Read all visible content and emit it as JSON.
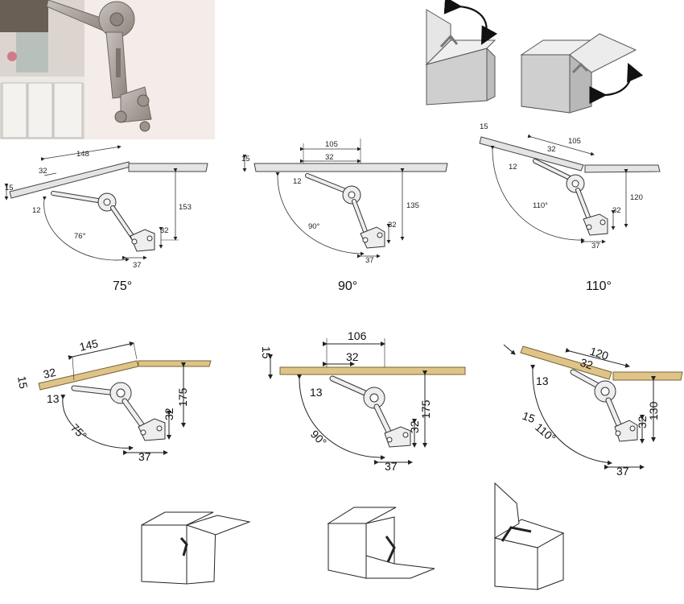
{
  "photo": {
    "subject": "metal lid-stay hinge mounted on a white cabinet door"
  },
  "captions": [
    "75°",
    "90°",
    "110°"
  ],
  "row1": [
    {
      "angle": "76°",
      "len": "148",
      "off": "32",
      "thick": "15",
      "pin": "12",
      "h": "153",
      "bh": "32",
      "bw": "37"
    },
    {
      "angle": "90°",
      "len": "105",
      "off": "32",
      "thick": "15",
      "pin": "12",
      "h": "135",
      "bh": "32",
      "bw": "37"
    },
    {
      "angle": "110°",
      "len": "105",
      "off": "32",
      "thick": "15",
      "pin": "12",
      "h": "120",
      "bh": "32",
      "bw": "37"
    }
  ],
  "row2": [
    {
      "angle": "75°",
      "len": "145",
      "off": "32",
      "thick": "15",
      "pin": "13",
      "h": "175",
      "bh": "32",
      "bw": "37"
    },
    {
      "angle": "90°",
      "len": "106",
      "off": "32",
      "thick": "15",
      "pin": "13",
      "h": "175",
      "bh": "32",
      "bw": "37"
    },
    {
      "angle": "110°",
      "len": "120",
      "off": "32",
      "thick": "15",
      "pin": "13",
      "h": "130",
      "bh": "32",
      "bw": "37"
    }
  ],
  "colors": {
    "board_row1": "#e4e4e4",
    "board_row2": "#dfc48a",
    "line": "#333333",
    "metal": "#a79f98"
  },
  "icons": [
    "rotate-arrow-icon",
    "rotate-arrow-icon"
  ]
}
